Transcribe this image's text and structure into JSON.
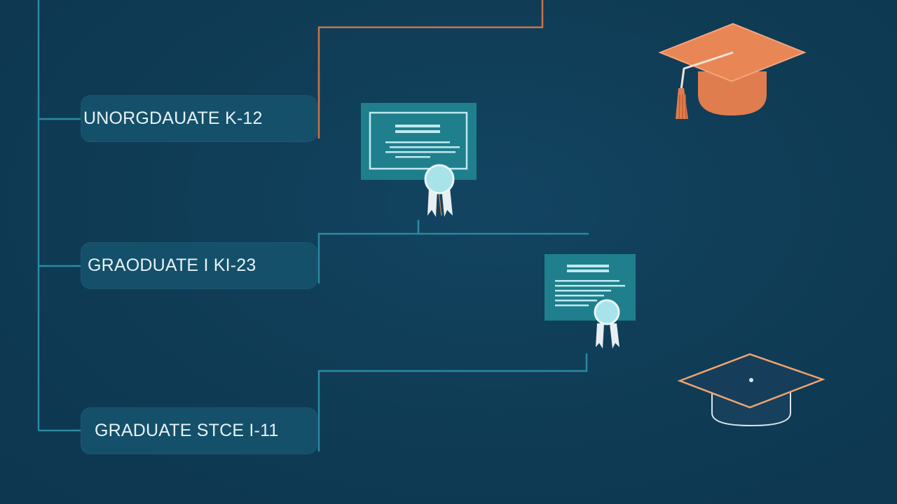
{
  "levels": [
    {
      "label": "UNORGDAUATE K-12"
    },
    {
      "label": "GRAODUATE I KI-23"
    },
    {
      "label": "GRADUATE STCE I-11"
    }
  ],
  "colors": {
    "background": "#0f3c55",
    "box": "#15506a",
    "connector_teal": "#2a8aa3",
    "connector_orange": "#c8744a",
    "cap_orange": "#e07d4f",
    "cap_navy": "#163e5a",
    "certificate": "#1f7f8c",
    "seal": "#a8e3ea"
  },
  "icons": [
    "graduation-cap-orange-icon",
    "certificate-icon",
    "certificate-icon",
    "graduation-cap-navy-icon"
  ]
}
